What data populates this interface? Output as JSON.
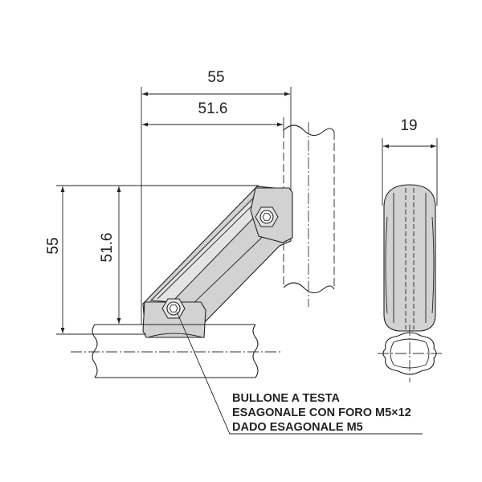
{
  "dimensions": {
    "top_outer": "55",
    "top_inner": "51.6",
    "left_outer": "55",
    "left_inner": "51.6",
    "side_width": "19"
  },
  "callout": {
    "line1": "BULLONE A TESTA",
    "line2": "ESAGONALE CON FORO M5×12",
    "line3": "DADO ESAGONALE M5"
  },
  "colors": {
    "line": "#222222",
    "part_fill": "#d2d2d2",
    "part_highlight": "#e4e4e4"
  }
}
